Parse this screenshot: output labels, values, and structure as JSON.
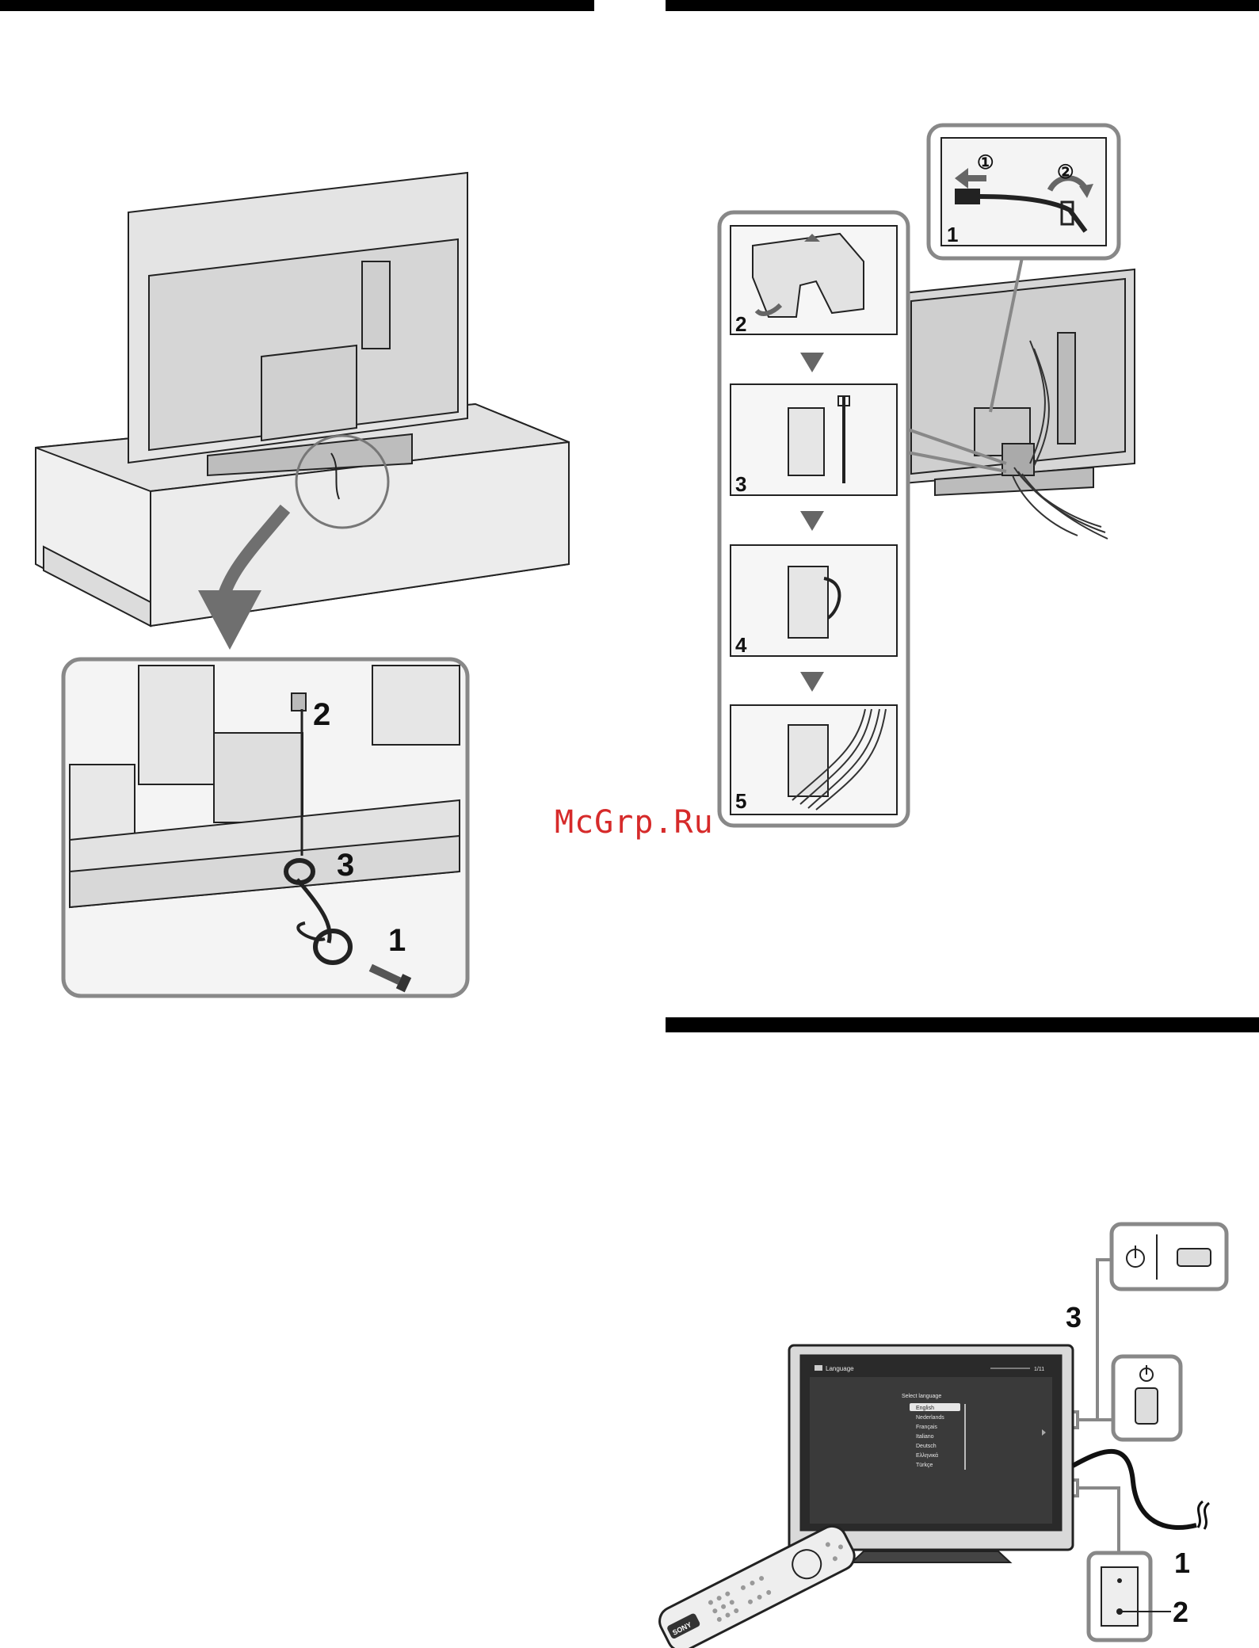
{
  "watermark": "McGrp.Ru",
  "fig_strap": {
    "callouts": [
      "1",
      "2",
      "3"
    ]
  },
  "fig_cable": {
    "steps": [
      "1",
      "2",
      "3",
      "4",
      "5"
    ],
    "substeps": [
      "①",
      "②"
    ]
  },
  "fig_setup": {
    "callouts": [
      "1",
      "2",
      "3"
    ],
    "screen": {
      "header_title": "Language",
      "header_page": "1/11",
      "prompt": "Select language",
      "languages": [
        "English",
        "Nederlands",
        "Français",
        "Italiano",
        "Deutsch",
        "Ελληνικά",
        "Türkçe"
      ],
      "selected_index": 0
    },
    "remote_brand": "SONY"
  }
}
